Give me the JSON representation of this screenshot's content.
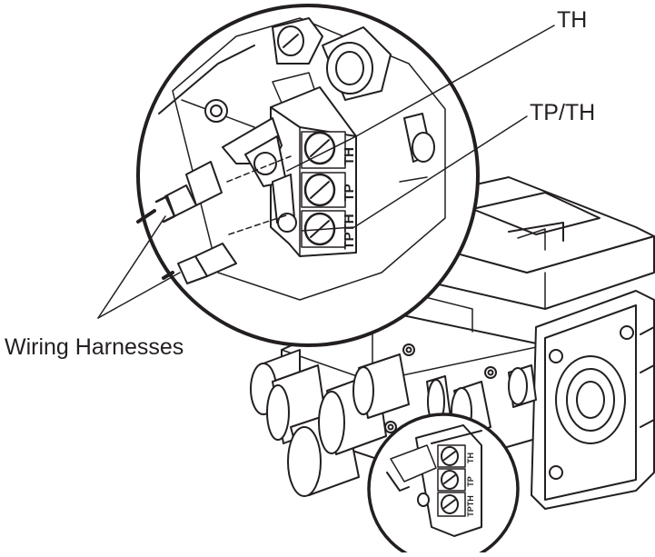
{
  "callouts": {
    "th": "TH",
    "tp_th": "TP/TH",
    "wiring_harnesses": "Wiring Harnesses"
  },
  "terminal_labels": {
    "th": "TH",
    "tp": "TP",
    "tp_th": "TPTH"
  },
  "colors": {
    "line": "#231f20",
    "shade": "#d9d9d9",
    "background": "#ffffff"
  }
}
